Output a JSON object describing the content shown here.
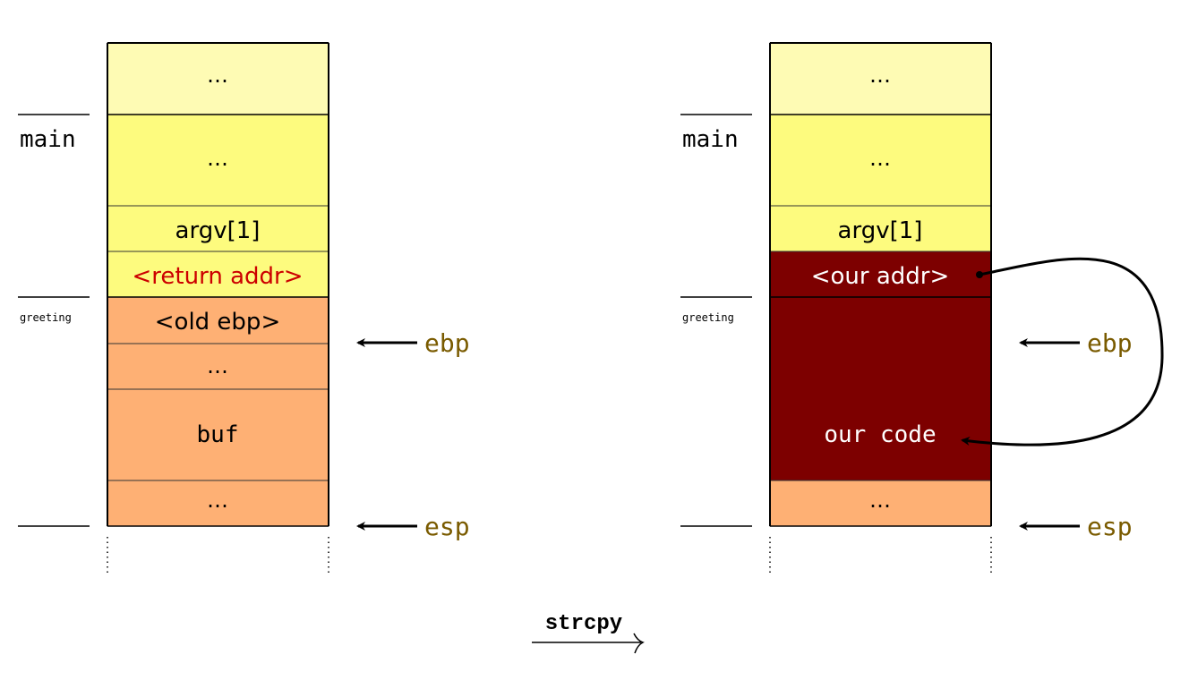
{
  "colors": {
    "light_yellow": "#fefbb4",
    "yellow": "#fdfb7e",
    "orange": "#feb074",
    "dark_red": "#7d0000",
    "return_addr_red": "#cc0000",
    "register_gold": "#7a5b00"
  },
  "left_stack": {
    "labels": {
      "main": "main",
      "greeting": "greeting"
    },
    "cells": {
      "top": "…",
      "main_dots": "…",
      "argv": "argv[1]",
      "return_addr": "<return addr>",
      "old_ebp": "<old ebp>",
      "greeting_dots": "…",
      "buf": "buf",
      "bottom_dots": "…"
    },
    "registers": {
      "ebp": "ebp",
      "esp": "esp"
    }
  },
  "right_stack": {
    "labels": {
      "main": "main",
      "greeting": "greeting"
    },
    "cells": {
      "top": "…",
      "main_dots": "…",
      "argv": "argv[1]",
      "our_addr": "<our addr>",
      "our_code": "our code",
      "bottom_dots": "…"
    },
    "registers": {
      "ebp": "ebp",
      "esp": "esp"
    }
  },
  "transition": {
    "label": "strcpy"
  }
}
